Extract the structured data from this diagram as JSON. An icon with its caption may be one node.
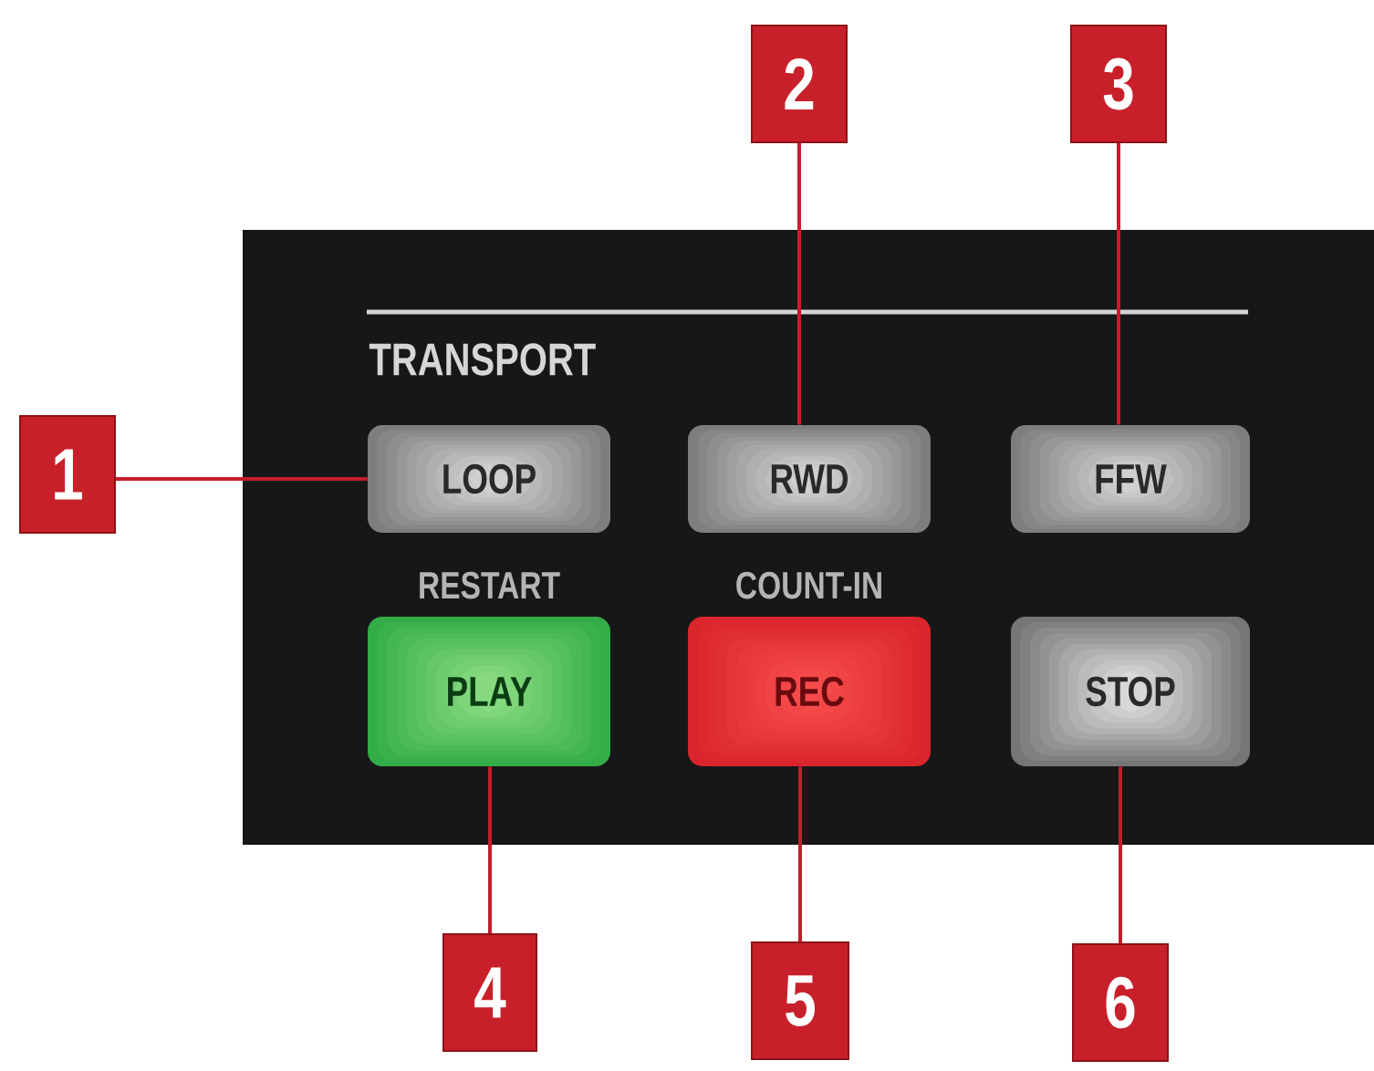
{
  "diagram": {
    "nodes": [
      {
        "text": [
          "2"
        ]
      },
      {
        "text": [
          "3"
        ]
      },
      {
        "text": [
          "TRANSPORT"
        ]
      },
      {
        "text": [
          "1"
        ]
      },
      {
        "text": [
          "LOOP"
        ],
        "in": 2
      },
      {
        "text": [
          "RWD"
        ],
        "in": 2
      },
      {
        "text": [
          "FFW"
        ],
        "in": 2
      },
      {
        "text": [
          "PLAY"
        ],
        "in": 2,
        "beside": [
          "RESTART"
        ]
      },
      {
        "text": [
          "REC"
        ],
        "in": 2,
        "beside": [
          "COUNT-IN"
        ]
      },
      {
        "text": [
          "STOP"
        ],
        "in": 2
      },
      {
        "text": [
          "4"
        ]
      },
      {
        "text": [
          "5"
        ]
      },
      {
        "text": [
          "6"
        ]
      }
    ],
    "edges": [
      {
        "from": 3,
        "to": 4,
        "arrow": "none"
      },
      {
        "from": 0,
        "to": 5,
        "arrow": "none"
      },
      {
        "from": 1,
        "to": 6,
        "arrow": "none"
      },
      {
        "from": 10,
        "to": 7,
        "arrow": "none"
      },
      {
        "from": 11,
        "to": 8,
        "arrow": "none"
      },
      {
        "from": 12,
        "to": 9,
        "arrow": "none"
      }
    ]
  }
}
